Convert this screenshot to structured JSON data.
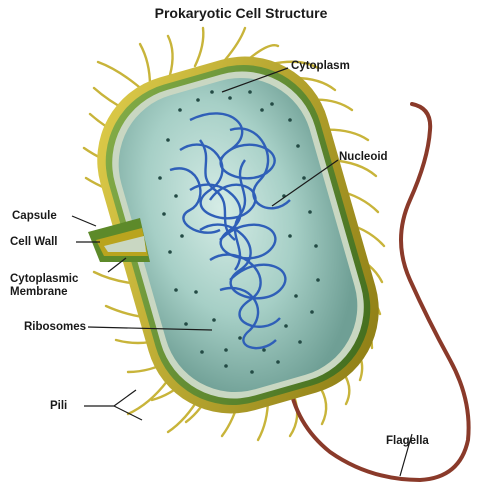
{
  "title": "Prokaryotic Cell Structure",
  "labels": {
    "cytoplasm": "Cytoplasm",
    "nucleoid": "Nucleoid",
    "capsule": "Capsule",
    "cell_wall": "Cell Wall",
    "cytoplasmic_membrane_line1": "Cytoplasmic",
    "cytoplasmic_membrane_line2": "Membrane",
    "ribosomes": "Ribosomes",
    "pili": "Pili",
    "flagella": "Flagella"
  },
  "colors": {
    "capsule": "#b9a41e",
    "cell_wall": "#5d8a2a",
    "cytoplasm": "#a6cfc6",
    "nucleoid": "#2f5fb8",
    "ribosomes": "#234a44",
    "pili": "#c8b43a",
    "flagella": "#8a3a2a"
  }
}
